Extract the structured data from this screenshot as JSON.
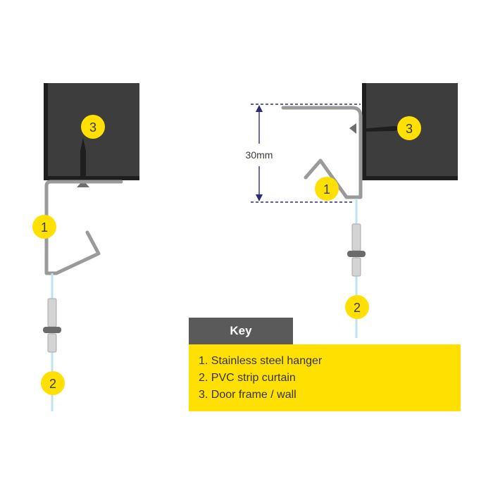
{
  "colors": {
    "frame": "#3d3d3d",
    "frame_shadow": "#1e1e1e",
    "hanger": "#9a9a9a",
    "strip": "#bde3ef",
    "badge": "#ffe000",
    "dimension": "#2c2c7a",
    "key_header_bg": "#5a5a5a",
    "key_body_bg": "#ffe000"
  },
  "diagram": {
    "badges": {
      "left_frame": "3",
      "left_hanger": "1",
      "left_strip": "2",
      "right_frame": "3",
      "right_hanger": "1",
      "right_strip": "2"
    },
    "dimension_label": "30mm"
  },
  "key": {
    "title": "Key",
    "items": [
      "1. Stainless steel hanger",
      "2. PVC strip curtain",
      "3. Door frame / wall"
    ]
  }
}
